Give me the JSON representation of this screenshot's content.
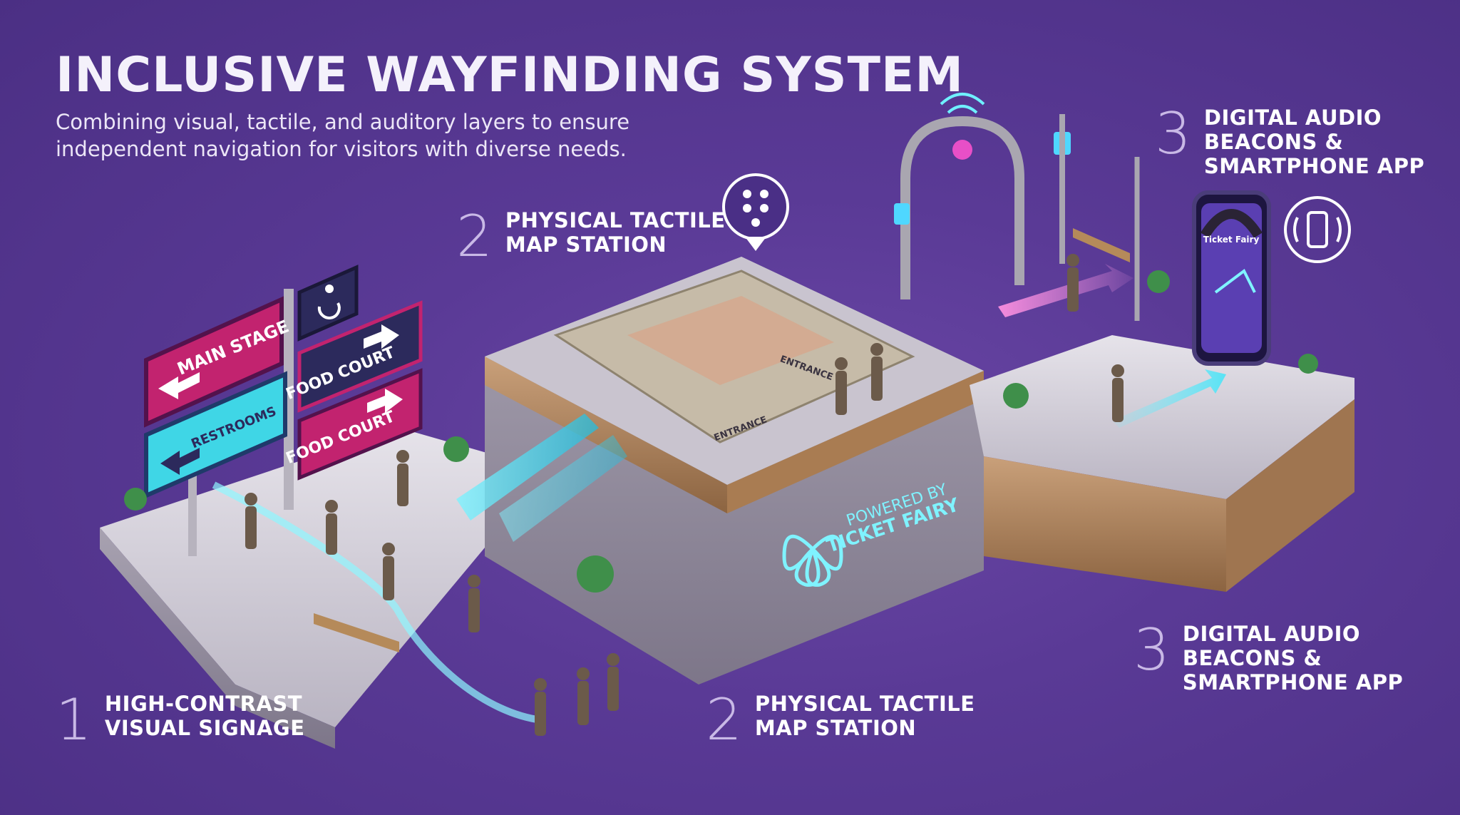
{
  "header": {
    "title": "INCLUSIVE WAYFINDING SYSTEM",
    "subtitle": "Combining visual, tactile, and auditory layers to ensure independent navigation for visitors with diverse needs."
  },
  "callouts": {
    "signage": {
      "number": "1",
      "label": "HIGH-CONTRAST\nVISUAL SIGNAGE"
    },
    "tactile_top": {
      "number": "2",
      "label": "PHYSICAL TACTILE\nMAP STATION"
    },
    "tactile_bottom": {
      "number": "2",
      "label": "PHYSICAL TACTILE\nMAP STATION"
    },
    "audio_top": {
      "number": "3",
      "label": "DIGITAL AUDIO\nBEACONS &\nSMARTPHONE APP"
    },
    "audio_bottom": {
      "number": "3",
      "label": "DIGITAL AUDIO\nBEACONS &\nSMARTPHONE APP"
    }
  },
  "signs": {
    "main_stage": "MAIN STAGE",
    "restrooms": "RESTROOMS",
    "food_court_1": "FOOD COURT",
    "food_court_2": "FOOD COURT"
  },
  "tactile_map": {
    "entrance_label": "ENTRANCE",
    "entrance_label_2": "ENTRANCE"
  },
  "branding": {
    "powered_by": "POWERED BY",
    "brand": "TICKET FAIRY"
  },
  "phone_app": {
    "app_name": "Ticket Fairy"
  },
  "icons": [
    "braille-icon",
    "wheelchair-icon",
    "smartphone-vibrate-icon",
    "wifi-beacon-icon",
    "arrow-left-icon",
    "arrow-right-icon"
  ],
  "colors": {
    "background": "#5a3a96",
    "magenta": "#c2236f",
    "cyan": "#3fd6e6",
    "navy": "#2c2a5c",
    "platform": "#d9d6de",
    "wood": "#b98b5e"
  }
}
